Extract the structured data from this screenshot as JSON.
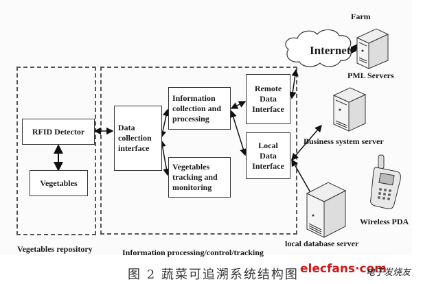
{
  "diagram": {
    "groups": {
      "repository": "Vegetables repository",
      "processing": "Information processing/control/tracking"
    },
    "nodes": {
      "rfid": "RFID Detector",
      "vegetables": "Vegetables",
      "data_collection": [
        "Data",
        "collection",
        "interface"
      ],
      "info_collection": [
        "Information",
        "collection and",
        "processing"
      ],
      "tracking": [
        "Vegetables",
        "tracking and",
        "monitoring"
      ],
      "remote": [
        "Remote",
        "Data",
        "Interface"
      ],
      "local": [
        "Local",
        "Data",
        "Interface"
      ],
      "internet": "Internet",
      "farm": "Farm",
      "pml": "PML Servers",
      "business": "Business system server",
      "wireless": "Wireless PDA",
      "localdb": "local database server"
    },
    "edges": [
      {
        "from": "RFID Detector",
        "to": "Vegetables",
        "type": "bidirectional"
      },
      {
        "from": "RFID Detector",
        "to": "Data collection interface",
        "type": "bidirectional"
      },
      {
        "from": "Data collection interface",
        "to": "Information collection and processing",
        "type": "bidirectional"
      },
      {
        "from": "Data collection interface",
        "to": "Vegetables tracking and monitoring",
        "type": "bidirectional"
      },
      {
        "from": "Information collection and processing",
        "to": "Remote Data Interface",
        "type": "bidirectional"
      },
      {
        "from": "Information collection and processing",
        "to": "Local Data Interface",
        "type": "bidirectional"
      },
      {
        "from": "Remote Data Interface",
        "to": "Internet",
        "type": "bidirectional"
      },
      {
        "from": "Internet",
        "to": "PML Servers",
        "type": "bidirectional"
      },
      {
        "from": "Local Data Interface",
        "to": "Business system server",
        "type": "bidirectional"
      },
      {
        "from": "Local Data Interface",
        "to": "local database server",
        "type": "bidirectional"
      }
    ]
  },
  "caption": "图 2   蔬菜可追溯系统结构图",
  "watermark": {
    "brand": "elecfans·com",
    "cn": "电子发烧友"
  }
}
